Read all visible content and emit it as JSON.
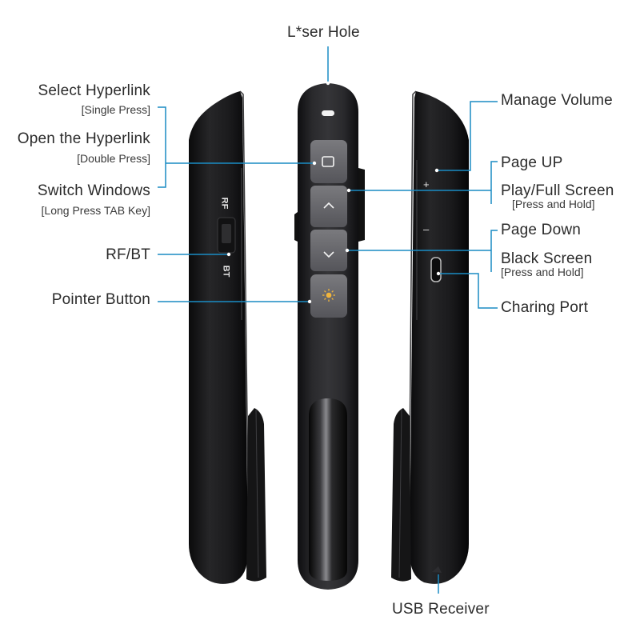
{
  "labels": {
    "laser_hole": "L*ser Hole",
    "select_hyperlink": "Select  Hyperlink",
    "select_hyperlink_note": "[Single  Press]",
    "open_hyperlink": "Open the Hyperlink",
    "open_hyperlink_note": "[Double Press]",
    "switch_windows": "Switch Windows",
    "switch_windows_note": "[Long Press TAB Key]",
    "rf_bt": "RF/BT",
    "pointer_button": "Pointer Button",
    "manage_volume": "Manage Volume",
    "page_up": "Page UP",
    "play_full_screen": "Play/Full Screen",
    "play_full_screen_note": "[Press and Hold]",
    "page_down": "Page  Down",
    "black_screen": "Black  Screen",
    "black_screen_note": "[Press and Hold]",
    "charging_port": "Charing Port",
    "usb_receiver": "USB  Receiver"
  },
  "device_markings": {
    "rf": "RF",
    "bt": "BT",
    "plus": "+",
    "minus": "–"
  },
  "colors": {
    "callout_line": "#1a8cc4",
    "device_body": "#1c1c1e",
    "button_face": "#6e6e72",
    "text": "#2b2b2b"
  },
  "icons": [
    "tab-icon",
    "chevron-up-icon",
    "chevron-down-icon",
    "laser-sun-icon"
  ]
}
